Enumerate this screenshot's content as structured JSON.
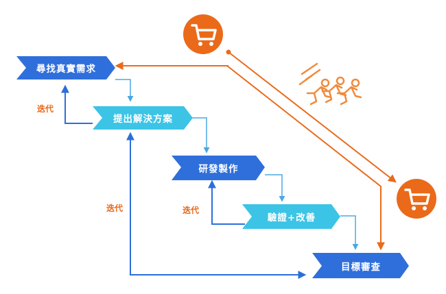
{
  "colors": {
    "dark_blue": "#2f6fdb",
    "cyan": "#3cc4e6",
    "orange": "#ea6a1a",
    "arrow_blue": "#2a6fd9",
    "arrow_light": "#4aa8e0",
    "runner": "#f08a3c",
    "white": "#ffffff"
  },
  "steps": {
    "find_needs": "尋找真實需求",
    "propose": "提出解決方案",
    "build": "研發製作",
    "verify": "驗證+改善",
    "review": "目標審查"
  },
  "iteration_labels": [
    "迭代",
    "迭代",
    "迭代"
  ],
  "icons": {
    "cart_top": "shopping-cart-icon",
    "cart_bottom": "shopping-cart-icon",
    "runners": "runners-icon"
  }
}
